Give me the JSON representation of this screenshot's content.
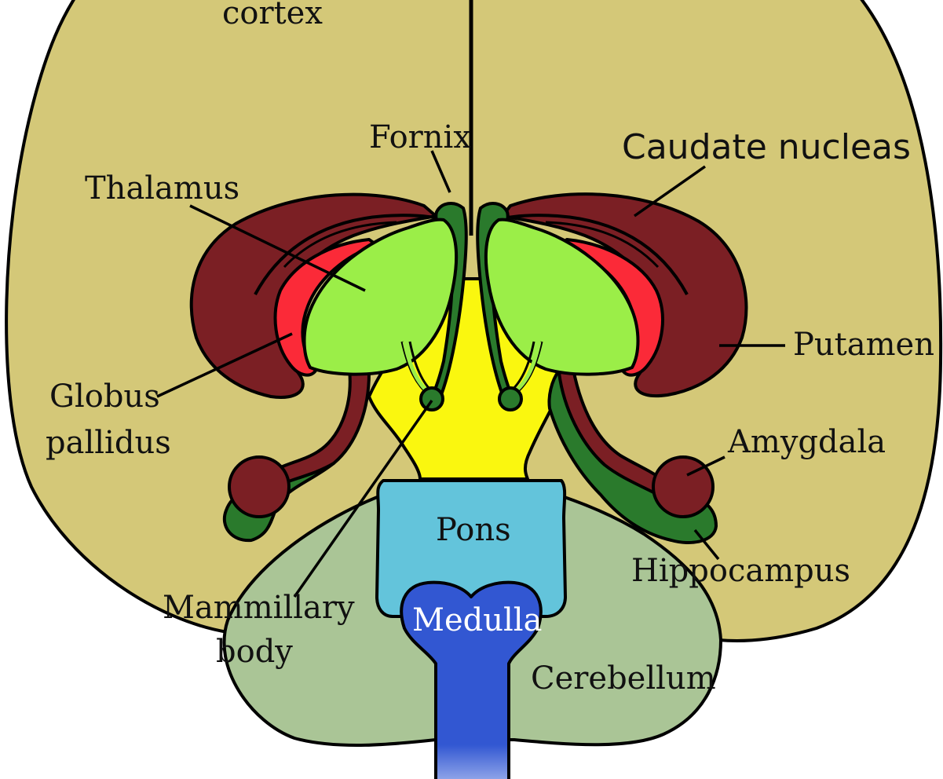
{
  "labels": {
    "cortex": "cortex",
    "fornix": "Fornix",
    "caudate": "Caudate nucleas",
    "thalamus": "Thalamus",
    "putamen": "Putamen",
    "globus_line1": "Globus",
    "globus_line2": "pallidus",
    "amygdala": "Amygdala",
    "pons": "Pons",
    "hippocampus": "Hippocampus",
    "mammillary_line1": "Mammillary",
    "mammillary_line2": "body",
    "medulla": "Medulla",
    "cerebellum": "Cerebellum"
  },
  "colors": {
    "cortex": "#d4c878",
    "cerebellum": "#aac596",
    "caudate": "#7b1f24",
    "putamen_inner": "#fb2a38",
    "thalamus": "#9bee48",
    "third_ventricle": "#faf70f",
    "fornix": "#2a7a2c",
    "pons": "#63c4db",
    "medulla": "#3257d2"
  }
}
